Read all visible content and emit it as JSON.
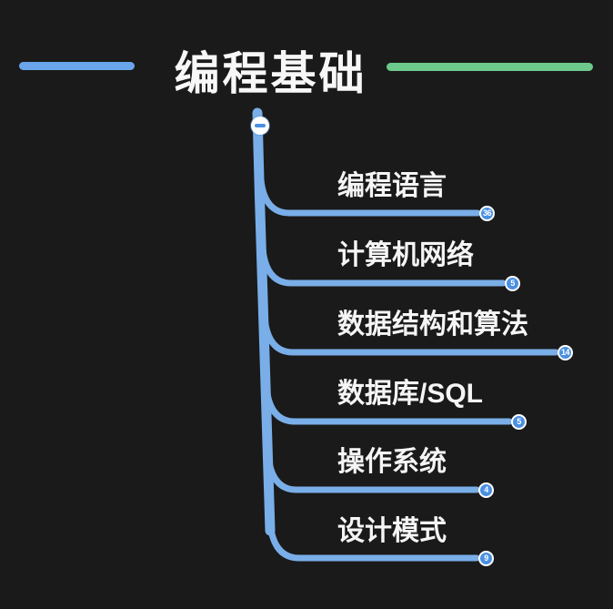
{
  "title": {
    "text": "编程基础"
  },
  "icons": {
    "collapse": "minus-circle-icon"
  },
  "colors": {
    "background": "#1a1a1a",
    "branch_line": "#79aee8",
    "title_line_left": "#6aa5ec",
    "title_line_right": "#6cc98b",
    "badge_fill": "#4a90e2",
    "badge_text": "#ffffff",
    "text": "#f7f7f7"
  },
  "branches": [
    {
      "label": "编程语言",
      "count": "36"
    },
    {
      "label": "计算机网络",
      "count": "5"
    },
    {
      "label": "数据结构和算法",
      "count": "14"
    },
    {
      "label": "数据库/SQL",
      "count": "5"
    },
    {
      "label": "操作系统",
      "count": "4"
    },
    {
      "label": "设计模式",
      "count": "9"
    }
  ]
}
